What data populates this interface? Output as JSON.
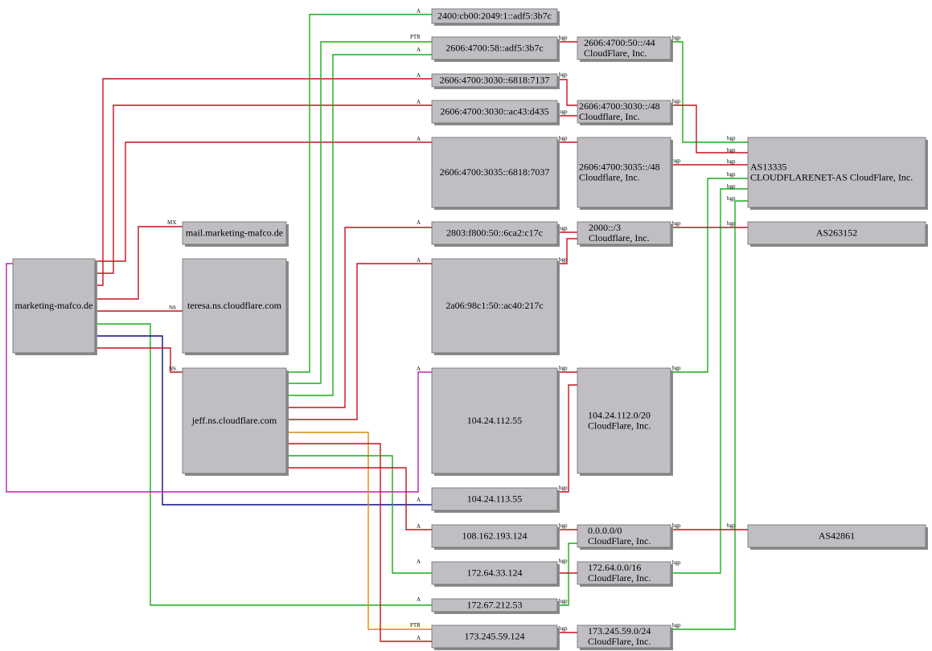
{
  "colors": {
    "node_fill": "#c0bec2",
    "node_shadow": "#8a8a8a",
    "node_border": "#6a6a6a",
    "red": "#c8101f",
    "green": "#1aae1a",
    "blue": "#0a0a8c",
    "magenta": "#c020b0",
    "orange": "#d98a10"
  },
  "nodes": {
    "domain": {
      "lines": [
        "marketing-mafco.de"
      ]
    },
    "mail": {
      "lines": [
        "mail.marketing-mafco.de"
      ]
    },
    "teresa": {
      "lines": [
        "teresa.ns.cloudflare.com"
      ]
    },
    "jeff": {
      "lines": [
        "jeff.ns.cloudflare.com"
      ]
    },
    "ip_2400": {
      "lines": [
        "2400:cb00:2049:1::adf5:3b7c"
      ]
    },
    "ip_2606_58": {
      "lines": [
        "2606:4700:58::adf5:3b7c"
      ]
    },
    "ip_3030_6818": {
      "lines": [
        "2606:4700:3030::6818:7137"
      ]
    },
    "ip_3030_ac43": {
      "lines": [
        "2606:4700:3030::ac43:d435"
      ]
    },
    "ip_3035": {
      "lines": [
        "2606:4700:3035::6818:7037"
      ]
    },
    "ip_2803": {
      "lines": [
        "2803:f800:50::6ca2:c17c"
      ]
    },
    "ip_2a06": {
      "lines": [
        "2a06:98c1:50::ac40:217c"
      ]
    },
    "ip_104_112": {
      "lines": [
        "104.24.112.55"
      ]
    },
    "ip_104_113": {
      "lines": [
        "104.24.113.55"
      ]
    },
    "ip_108": {
      "lines": [
        "108.162.193.124"
      ]
    },
    "ip_172_64": {
      "lines": [
        "172.64.33.124"
      ]
    },
    "ip_172_67": {
      "lines": [
        "172.67.212.53"
      ]
    },
    "ip_173": {
      "lines": [
        "173.245.59.124"
      ]
    },
    "pfx_2606_50": {
      "lines": [
        "2606:4700:50::/44",
        "CloudFlare, Inc."
      ]
    },
    "pfx_2606_3030": {
      "lines": [
        "2606:4700:3030::/48",
        "Cloudflare, Inc."
      ]
    },
    "pfx_2606_3035": {
      "lines": [
        "2606:4700:3035::/48",
        "Cloudflare, Inc."
      ]
    },
    "pfx_2000": {
      "lines": [
        "2000::/3",
        "Cloudflare, Inc."
      ]
    },
    "pfx_104": {
      "lines": [
        "104.24.112.0/20",
        "CloudFlare, Inc."
      ]
    },
    "pfx_0": {
      "lines": [
        "0.0.0.0/0",
        "CloudFlare, Inc."
      ]
    },
    "pfx_172": {
      "lines": [
        "172.64.0.0/16",
        "CloudFlare, Inc."
      ]
    },
    "pfx_173": {
      "lines": [
        "173.245.59.0/24",
        "CloudFlare, Inc."
      ]
    },
    "as13335": {
      "lines": [
        "AS13335",
        "CLOUDFLARENET-AS CloudFlare, Inc."
      ]
    },
    "as263152": {
      "lines": [
        "AS263152"
      ]
    },
    "as42861": {
      "lines": [
        "AS42861"
      ]
    }
  },
  "edges": [
    {
      "from": "domain",
      "to": "ip_3030_6818",
      "label": "A",
      "color": "red"
    },
    {
      "from": "domain",
      "to": "ip_3030_ac43",
      "label": "A",
      "color": "red"
    },
    {
      "from": "domain",
      "to": "ip_3035",
      "label": "A",
      "color": "red"
    },
    {
      "from": "domain",
      "to": "mail",
      "label": "MX",
      "color": "red"
    },
    {
      "from": "domain",
      "to": "teresa",
      "label": "NS",
      "color": "red"
    },
    {
      "from": "domain",
      "to": "ip_172_67",
      "label": "A",
      "color": "green"
    },
    {
      "from": "domain",
      "to": "ip_104_113",
      "label": "A",
      "color": "blue"
    },
    {
      "from": "domain",
      "to": "jeff",
      "label": "NS",
      "color": "red"
    },
    {
      "from": "domain",
      "to": "ip_104_112",
      "label": "A",
      "color": "magenta"
    },
    {
      "from": "jeff",
      "to": "ip_2400",
      "label": "A",
      "color": "green"
    },
    {
      "from": "jeff",
      "to": "ip_2606_58",
      "label": "PTR",
      "color": "green"
    },
    {
      "from": "jeff",
      "to": "ip_2606_58",
      "label": "A",
      "color": "green"
    },
    {
      "from": "jeff",
      "to": "ip_2803",
      "label": "A",
      "color": "red"
    },
    {
      "from": "jeff",
      "to": "ip_2a06",
      "label": "A",
      "color": "red"
    },
    {
      "from": "jeff",
      "to": "ip_173",
      "label": "PTR",
      "color": "orange"
    },
    {
      "from": "jeff",
      "to": "ip_173",
      "label": "A",
      "color": "red"
    },
    {
      "from": "jeff",
      "to": "ip_172_64",
      "label": "A",
      "color": "green"
    },
    {
      "from": "jeff",
      "to": "ip_108",
      "label": "A",
      "color": "red"
    },
    {
      "from": "ip_2606_58",
      "to": "pfx_2606_50",
      "label": "bgp",
      "color": "red"
    },
    {
      "from": "ip_3030_6818",
      "to": "pfx_2606_3030",
      "label": "bgp",
      "color": "red"
    },
    {
      "from": "ip_3030_ac43",
      "to": "pfx_2606_3030",
      "label": "bgp",
      "color": "red"
    },
    {
      "from": "ip_3035",
      "to": "pfx_2606_3035",
      "label": "bgp",
      "color": "red"
    },
    {
      "from": "ip_2803",
      "to": "pfx_2000",
      "label": "bgp",
      "color": "red"
    },
    {
      "from": "ip_2a06",
      "to": "pfx_2000",
      "label": "bgp",
      "color": "red"
    },
    {
      "from": "ip_104_112",
      "to": "pfx_104",
      "label": "bgp",
      "color": "red"
    },
    {
      "from": "ip_104_113",
      "to": "pfx_104",
      "label": "bgp",
      "color": "red"
    },
    {
      "from": "ip_108",
      "to": "pfx_0",
      "label": "bgp",
      "color": "red"
    },
    {
      "from": "ip_172_67",
      "to": "pfx_0",
      "label": "bgp",
      "color": "green"
    },
    {
      "from": "ip_172_64",
      "to": "pfx_172",
      "label": "bgp",
      "color": "red"
    },
    {
      "from": "ip_173",
      "to": "pfx_173",
      "label": "bgp",
      "color": "red"
    },
    {
      "from": "pfx_2606_50",
      "to": "as13335",
      "label": "bgp",
      "color": "green"
    },
    {
      "from": "pfx_2606_3030",
      "to": "as13335",
      "label": "bgp",
      "color": "red"
    },
    {
      "from": "pfx_2606_3035",
      "to": "as13335",
      "label": "bgp",
      "color": "red"
    },
    {
      "from": "pfx_104",
      "to": "as13335",
      "label": "bgp",
      "color": "green"
    },
    {
      "from": "pfx_172",
      "to": "as13335",
      "label": "bgp",
      "color": "green"
    },
    {
      "from": "pfx_173",
      "to": "as13335",
      "label": "bgp",
      "color": "green"
    },
    {
      "from": "pfx_2000",
      "to": "as263152",
      "label": "bgp",
      "color": "red"
    },
    {
      "from": "pfx_0",
      "to": "as42861",
      "label": "bgp",
      "color": "red"
    }
  ]
}
